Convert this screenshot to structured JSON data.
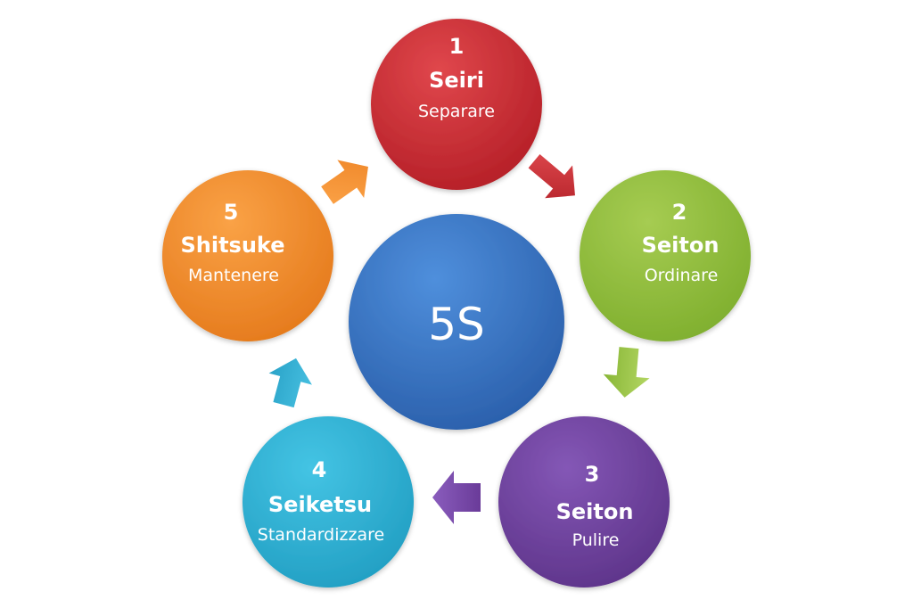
{
  "diagram": {
    "center": {
      "label": "5S",
      "color": "#2f67b5"
    },
    "steps": [
      {
        "number": "1",
        "name": "Seiri",
        "description": "Separare",
        "color": "#c9282f",
        "icon": "circle-node"
      },
      {
        "number": "2",
        "name": "Seiton",
        "description": "Ordinare",
        "color": "#8dbb3a",
        "icon": "circle-node"
      },
      {
        "number": "3",
        "name": "Seiton",
        "description": "Pulire",
        "color": "#6e3f9c",
        "icon": "circle-node"
      },
      {
        "number": "4",
        "name": "Seiketsu",
        "description": "Standardizzare",
        "color": "#2aaed3",
        "icon": "circle-node"
      },
      {
        "number": "5",
        "name": "Shitsuke",
        "description": "Mantenere",
        "color": "#f3892a",
        "icon": "circle-node"
      }
    ],
    "arrows": [
      {
        "icon": "arrow-icon",
        "color": "#c9282f"
      },
      {
        "icon": "arrow-icon",
        "color": "#8dbb3a"
      },
      {
        "icon": "arrow-icon",
        "color": "#6e3f9c"
      },
      {
        "icon": "arrow-icon",
        "color": "#2aaed3"
      },
      {
        "icon": "arrow-icon",
        "color": "#f3892a"
      }
    ]
  }
}
